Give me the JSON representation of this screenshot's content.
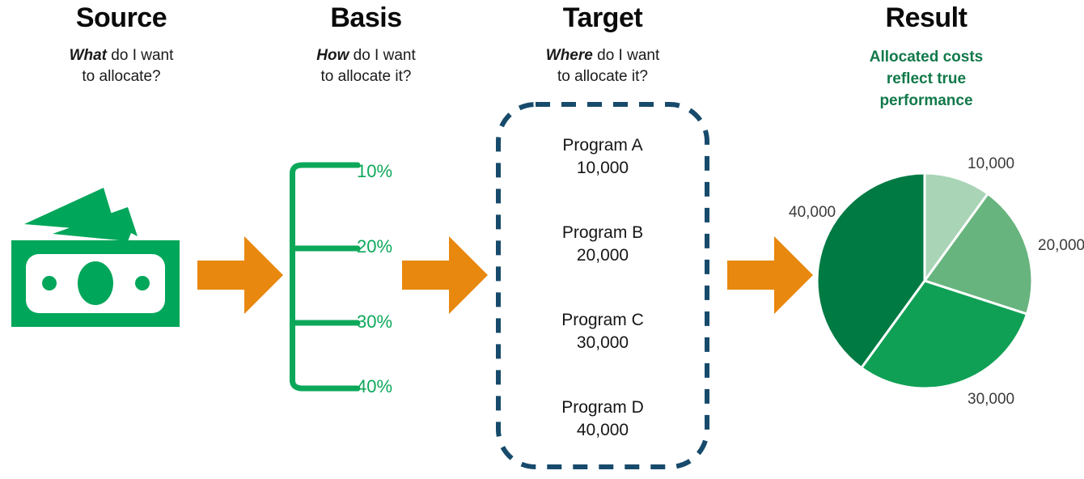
{
  "columns": [
    {
      "key": "source",
      "title": "Source",
      "question_em": "What",
      "question_rest": " do I want",
      "question_line2": "to allocate?"
    },
    {
      "key": "basis",
      "title": "Basis",
      "question_em": "How",
      "question_rest": " do I want",
      "question_line2": "to allocate it?"
    },
    {
      "key": "target",
      "title": "Target",
      "question_em": "Where",
      "question_rest": " do I want",
      "question_line2": "to allocate it?"
    },
    {
      "key": "result",
      "title": "Result",
      "caption_line1": "Allocated costs",
      "caption_line2": "reflect true",
      "caption_line3": "performance"
    }
  ],
  "source": {
    "icon": "money-bills-icon"
  },
  "basis": {
    "percentages": [
      "10%",
      "20%",
      "30%",
      "40%"
    ]
  },
  "target": {
    "programs": [
      {
        "name": "Program A",
        "amount": "10,000"
      },
      {
        "name": "Program B",
        "amount": "20,000"
      },
      {
        "name": "Program C",
        "amount": "30,000"
      },
      {
        "name": "Program D",
        "amount": "40,000"
      }
    ]
  },
  "arrows": [
    {
      "name": "arrow-source-to-basis"
    },
    {
      "name": "arrow-basis-to-target"
    },
    {
      "name": "arrow-target-to-result"
    }
  ],
  "chart_data": {
    "type": "pie",
    "title": "",
    "labels": [
      "10,000",
      "20,000",
      "30,000",
      "40,000"
    ],
    "values": [
      10000,
      20000,
      30000,
      40000
    ],
    "percentages": [
      10,
      20,
      30,
      40
    ],
    "colors": [
      "#A9D4B6",
      "#68B47E",
      "#10A055",
      "#007A43"
    ],
    "start_angle_deg": 0,
    "direction": "clockwise",
    "slice_gap_color": "#ffffff",
    "legend": "none",
    "label_positions": [
      "top-right",
      "right",
      "bottom",
      "left"
    ]
  },
  "colors": {
    "money_green": "#00A65A",
    "accent_orange": "#E8880E",
    "bracket_green": "#0CA85A",
    "target_border": "#174A6B",
    "result_green": "#12794A",
    "text_dark": "#0a0a0a"
  }
}
